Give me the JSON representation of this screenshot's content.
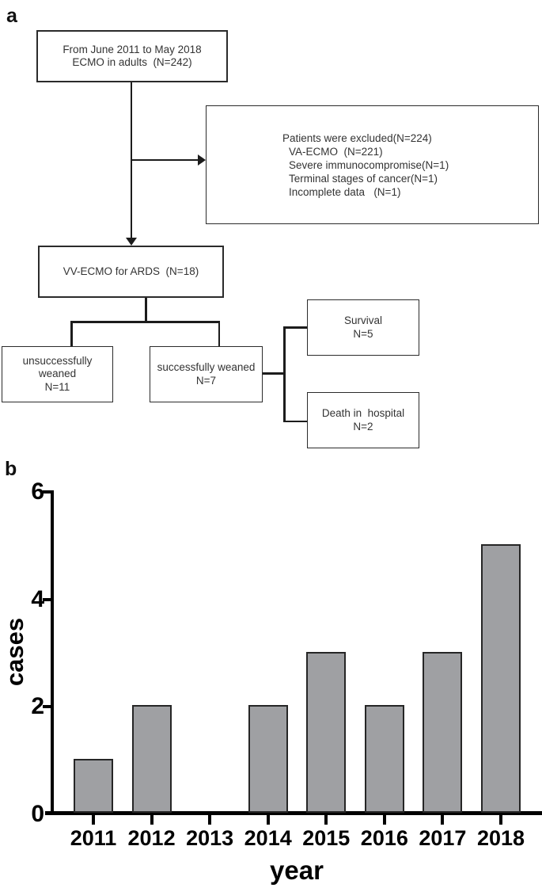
{
  "panel_a": {
    "label": "a",
    "boxes": {
      "start": {
        "line1": "From June 2011 to May 2018",
        "line2": "ECMO in adults  (N=242)"
      },
      "excluded": {
        "lines": [
          "Patients were excluded(N=224)",
          "VA-ECMO  (N=221)",
          "Severe immunocompromise(N=1)",
          "Terminal stages of cancer(N=1)",
          "Incomplete data   (N=1)"
        ]
      },
      "vv_ecmo": {
        "text": "VV-ECMO for ARDS  (N=18)"
      },
      "unsuccessful": {
        "line1": "unsuccessfully",
        "line2": "weaned",
        "line3": "N=11"
      },
      "successful": {
        "line1": "successfully weaned",
        "line2": "N=7"
      },
      "survival": {
        "line1": "Survival",
        "line2": "N=5"
      },
      "death": {
        "line1": "Death in  hospital",
        "line2": "N=2"
      }
    }
  },
  "panel_b": {
    "label": "b"
  },
  "chart_data": {
    "type": "bar",
    "categories": [
      "2011",
      "2012",
      "2013",
      "2014",
      "2015",
      "2016",
      "2017",
      "2018"
    ],
    "values": [
      1,
      2,
      0,
      2,
      3,
      2,
      3,
      5
    ],
    "title": "",
    "xlabel": "year",
    "ylabel": "cases",
    "yticks": [
      0,
      2,
      4,
      6
    ],
    "ylim": [
      0,
      6
    ],
    "grid": false,
    "legend": "none",
    "bar_fill": "#9fa0a3",
    "bar_border": "#262626"
  }
}
